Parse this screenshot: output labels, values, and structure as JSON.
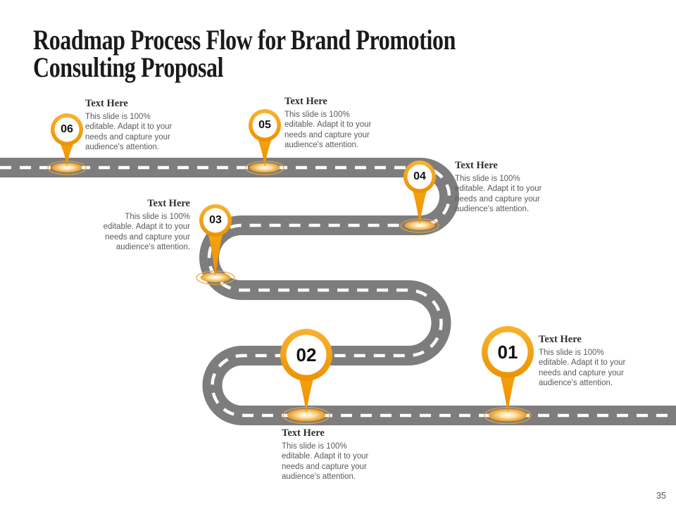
{
  "slide": {
    "title": "Roadmap Process Flow for Brand Promotion\nConsulting Proposal",
    "page_number": "35"
  },
  "colors": {
    "road_gray": "#7d7d7d",
    "lane_marking": "#ffffff",
    "pin_orange": "#F2A20E",
    "pin_orange_dark": "#EE9000",
    "glow_center": "#FFFFFF",
    "heading_text": "#303030",
    "body_text": "#5a5a5a",
    "title_text": "#1a1a1a"
  },
  "steps": [
    {
      "number": "01",
      "heading": "Text Here",
      "body": "This slide is 100%\neditable. Adapt it to your\nneeds and capture your\naudience's attention."
    },
    {
      "number": "02",
      "heading": "Text Here",
      "body": "This slide is 100%\neditable. Adapt it to your\nneeds and capture your\naudience's attention."
    },
    {
      "number": "03",
      "heading": "Text Here",
      "body": "This slide is 100%\neditable. Adapt it to your\nneeds and capture your\naudience's attention."
    },
    {
      "number": "04",
      "heading": "Text Here",
      "body": "This slide is 100%\neditable. Adapt it to your\nneeds and capture your\naudience's attention."
    },
    {
      "number": "05",
      "heading": "Text Here",
      "body": "This slide is 100%\neditable. Adapt it to your\nneeds and capture your\naudience's attention."
    },
    {
      "number": "06",
      "heading": "Text Here",
      "body": "This slide is 100%\neditable. Adapt it to your\nneeds and capture your\naudience's attention."
    }
  ]
}
